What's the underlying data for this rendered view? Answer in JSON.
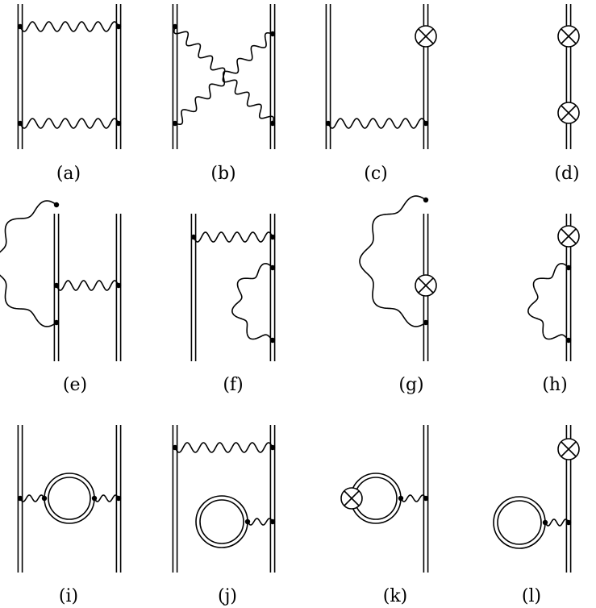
{
  "labels": {
    "a": "(a)",
    "b": "(b)",
    "c": "(c)",
    "d": "(d)",
    "e": "(e)",
    "f": "(f)",
    "g": "(g)",
    "h": "(h)",
    "i": "(i)",
    "j": "(j)",
    "k": "(k)",
    "l": "(l)"
  },
  "colors": {
    "ink": "#000000",
    "paper": "#ffffff"
  }
}
